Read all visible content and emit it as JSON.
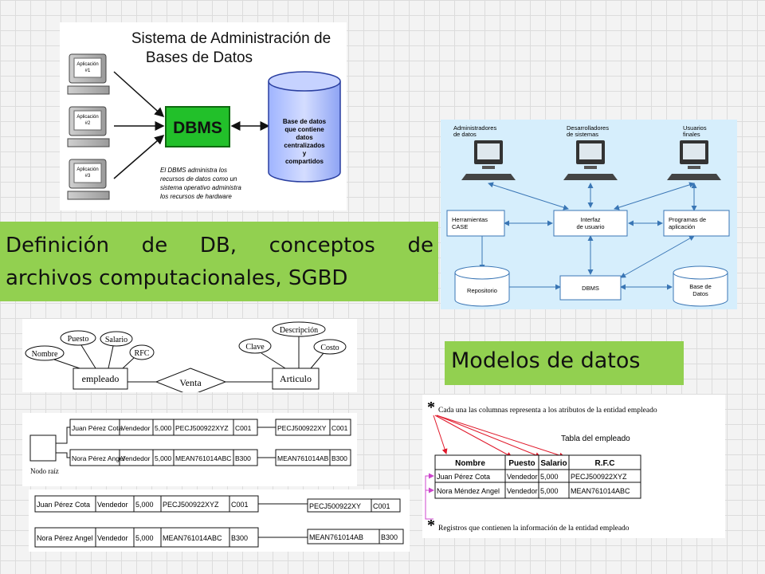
{
  "callouts": {
    "main_title_line1": "Definición de DB, conceptos de",
    "main_title_line2": "archivos computacionales, SGBD",
    "models_title": "Modelos de datos"
  },
  "dbms_diagram": {
    "title_line1": "Sistema de Administración de",
    "title_line2": "Bases de Datos",
    "apps": [
      {
        "line1": "Aplicación",
        "line2": "#1"
      },
      {
        "line1": "Aplicación",
        "line2": "#2"
      },
      {
        "line1": "Aplicación",
        "line2": "#3"
      }
    ],
    "dbms_label": "DBMS",
    "db_line1": "Base de datos",
    "db_line2": "que contiene",
    "db_line3": "datos",
    "db_line4": "centralizados",
    "db_line5": "y",
    "db_line6": "compartidos",
    "note_line1": "El DBMS administra los",
    "note_line2": "recursos de datos como un",
    "note_line3": "sistema operativo administra",
    "note_line4": "los recursos de hardware"
  },
  "users_diagram": {
    "admins_line1": "Administradores",
    "admins_line2": "de datos",
    "devs_line1": "Desarrolladores",
    "devs_line2": "de sistemas",
    "users_line1": "Usuarios",
    "users_line2": "finales",
    "case_line1": "Herramientas",
    "case_line2": "CASE",
    "ui_line1": "Interfaz",
    "ui_line2": "de usuario",
    "apps_line1": "Programas de",
    "apps_line2": "aplicación",
    "repo": "Repositorio",
    "dbms": "DBMS",
    "db_line1": "Base de",
    "db_line2": "Datos"
  },
  "er_diagram": {
    "attr_nombre": "Nombre",
    "attr_puesto": "Puesto",
    "attr_salario": "Salario",
    "attr_rfc": "RFC",
    "entity_empleado": "empleado",
    "relation": "Venta",
    "entity_articulo": "Articulo",
    "attr_clave": "Clave",
    "attr_descripcion": "Descripción",
    "attr_costo": "Costo"
  },
  "hier_model": {
    "root_label": "Nodo raíz",
    "row1": [
      "Juan Pérez Cota",
      "Vendedor",
      "5,000",
      "PECJ500922XYZ",
      "C001"
    ],
    "row1_child": [
      "PECJ500922XY",
      "C001"
    ],
    "row2": [
      "Nora Pérez Angel",
      "Vendedor",
      "5,000",
      "MEAN761014ABC",
      "B300"
    ],
    "row2_child": [
      "MEAN761014AB",
      "B300"
    ]
  },
  "net_model": {
    "row1": [
      "Juan Pérez Cota",
      "Vendedor",
      "5,000",
      "PECJ500922XYZ",
      "C001"
    ],
    "row1_child": [
      "PECJ500922XY",
      "C001"
    ],
    "row2": [
      "Nora Pérez Angel",
      "Vendedor",
      "5,000",
      "MEAN761014ABC",
      "B300"
    ],
    "row2_child": [
      "MEAN761014AB",
      "B300"
    ]
  },
  "rel_table": {
    "note_top": "Cada una las columnas representa a los atributos de la entidad empleado",
    "title": "Tabla del empleado",
    "headers": [
      "Nombre",
      "Puesto",
      "Salario",
      "R.F.C"
    ],
    "rows": [
      [
        "Juan Pérez Cota",
        "Vendedor",
        "5,000",
        "PECJ500922XYZ"
      ],
      [
        "Nora Méndez Angel",
        "Vendedor",
        "5,000",
        "MEAN761014ABC"
      ]
    ],
    "note_bottom": "Registros que contienen  la información de la entidad empleado",
    "marker": "*",
    "colors": {
      "arrows": "#e0182a",
      "brackets": "#cc44cc"
    }
  }
}
